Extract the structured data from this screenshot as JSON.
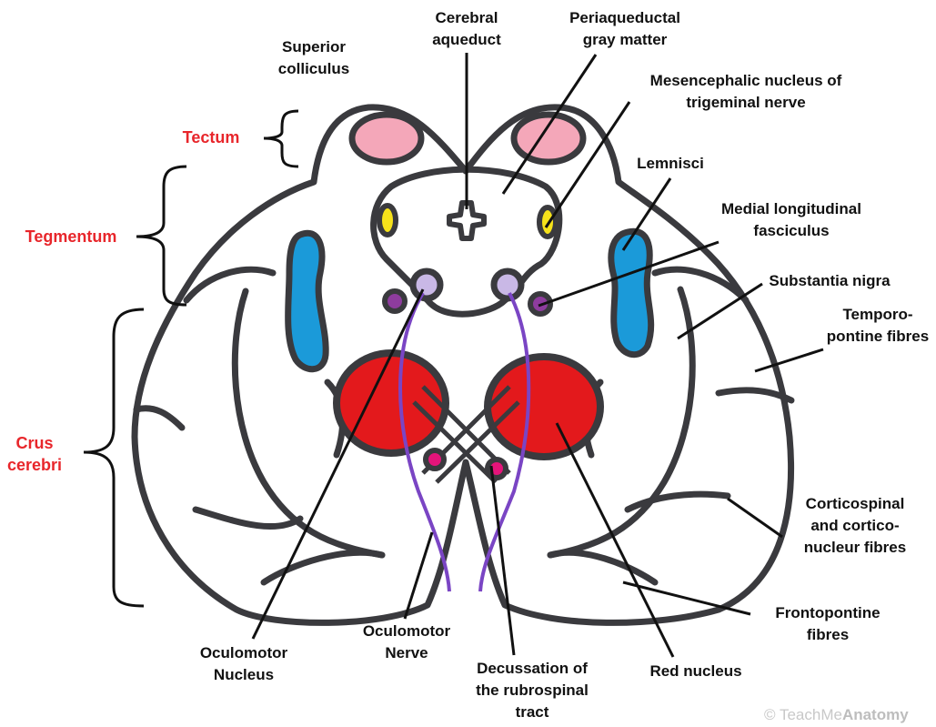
{
  "title": "Midbrain cross-section",
  "labels": {
    "superior_colliculus": "Superior\ncolliculus",
    "cerebral_aqueduct": "Cerebral\naqueduct",
    "periaqueductal_gray": "Periaqueductal\ngray matter",
    "mesencephalic_nucleus": "Mesencephalic nucleus of\ntrigeminal nerve",
    "lemnisci": "Lemnisci",
    "mlf": "Medial longitudinal\nfasciculus",
    "substantia_nigra": "Substantia nigra",
    "temporopontine": "Temporo-\npontine fibres",
    "corticospinal": "Corticospinal\nand cortico-\nnucleur fibres",
    "frontopontine": "Frontopontine\nfibres",
    "red_nucleus": "Red nucleus",
    "decussation": "Decussation of\nthe rubrospinal\ntract",
    "oculomotor_nerve": "Oculomotor\nNerve",
    "oculomotor_nucleus": "Oculomotor\nNucleus"
  },
  "regions": {
    "tectum": "Tectum",
    "tegmentum": "Tegmentum",
    "crus_cerebri": "Crus\ncerebri"
  },
  "watermark": {
    "prefix": "TeachMe",
    "brand": "Anatomy"
  },
  "colors": {
    "outline": "#3a3a3e",
    "colliculus": "#f4a7b9",
    "mesencephalic": "#f6e21a",
    "lemnisci": "#1b9ad9",
    "mlf": "#c9b8e6",
    "substantia_nigra": "#8e3c9e",
    "red_nucleus": "#e3191c",
    "decussation": "#e5147a",
    "oculomotor_nerve": "#7a45c4",
    "region_label": "#e8262b"
  }
}
